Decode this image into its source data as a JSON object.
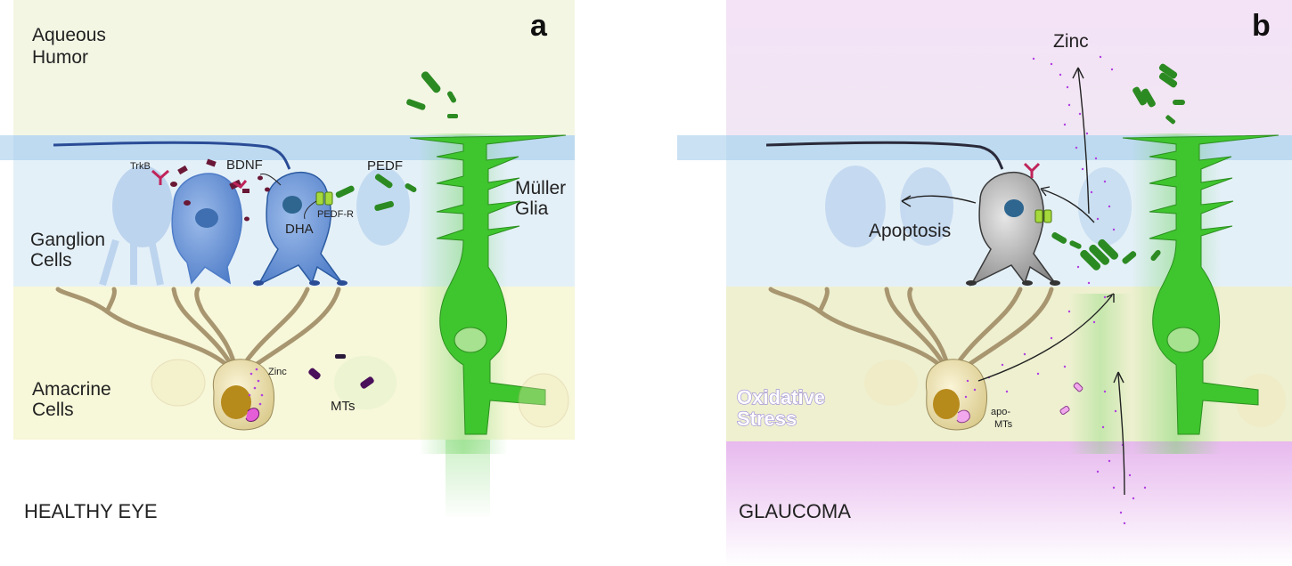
{
  "panels": [
    {
      "letter": "a",
      "caption": "HEALTHY EYE",
      "labels": {
        "aqueous_line1": "Aqueous",
        "aqueous_line2": "Humor",
        "ganglion_line1": "Ganglion",
        "ganglion_line2": "Cells",
        "amacrine_line1": "Amacrine",
        "amacrine_line2": "Cells",
        "trkb": "TrkB",
        "bdnf": "BDNF",
        "pedf": "PEDF",
        "pedf_r": "PEDF-R",
        "dha": "DHA",
        "muller_line1": "Müller",
        "muller_line2": "Glia",
        "zinc": "Zinc",
        "mts": "MTs"
      }
    },
    {
      "letter": "b",
      "caption": "GLAUCOMA",
      "labels": {
        "zinc": "Zinc",
        "apoptosis": "Apoptosis",
        "oxidative_line1": "Oxidative",
        "oxidative_line2": "Stress",
        "apo_mts_line1": "apo-",
        "apo_mts_line2": "MTs"
      }
    }
  ],
  "colors": {
    "aqueous_humor": "#f4f6e4",
    "ganglion_layer": "#e4f0f8",
    "amacrine_layer": "#f7f7d9",
    "glaucoma_top": "#f1e1f6",
    "glaucoma_bottom": "#ecc8f0",
    "ganglion_cell": "#6f97d6",
    "muller_glia": "#3fc52e",
    "bdnf": "#6a1836",
    "zinc_dots": "#b040e0",
    "amacrine_cell": "#f1e6b8",
    "apoptotic_cell": "#a9a9aa"
  }
}
